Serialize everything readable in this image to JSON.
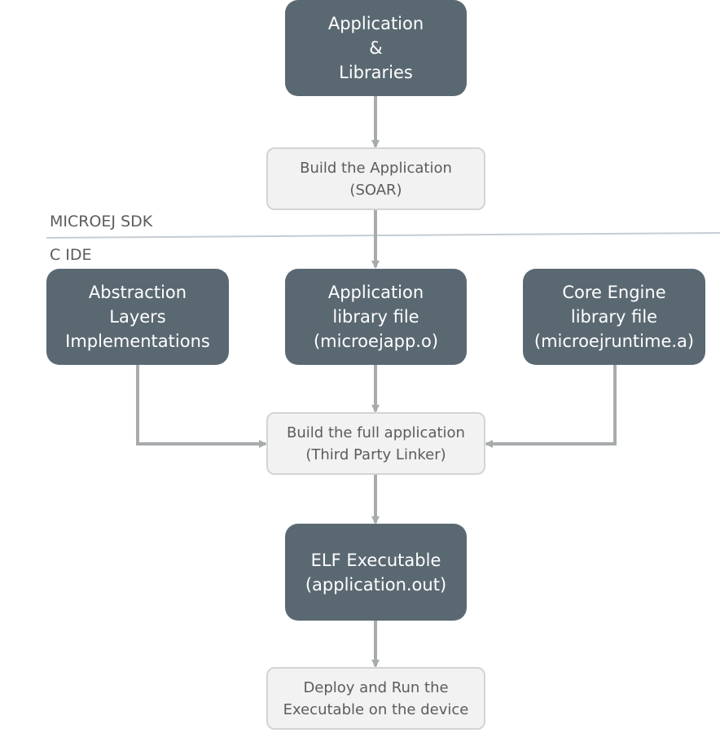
{
  "zones": {
    "upper_label": "MICROEJ SDK",
    "lower_label": "C IDE"
  },
  "nodes": {
    "app_libraries": {
      "lines": [
        "Application",
        "&",
        "Libraries"
      ]
    },
    "build_application": {
      "lines": [
        "Build the Application",
        "(SOAR)"
      ]
    },
    "abstraction_layers": {
      "lines": [
        "Abstraction",
        "Layers",
        "Implementations"
      ]
    },
    "app_library_file": {
      "lines": [
        "Application",
        "library file",
        "(microejapp.o)"
      ]
    },
    "core_engine_file": {
      "lines": [
        "Core Engine",
        "library file",
        "(microejruntime.a)"
      ]
    },
    "build_full_application": {
      "lines": [
        "Build the full application",
        "(Third Party Linker)"
      ]
    },
    "elf_executable": {
      "lines": [
        "ELF Executable",
        "(application.out)"
      ]
    },
    "deploy_run": {
      "lines": [
        "Deploy and Run the",
        "Executable on the device"
      ]
    }
  },
  "colors": {
    "dark_box": "#5a6872",
    "light_box": "#f2f2f2",
    "light_border": "#d4d4d4",
    "connector": "#a8abad",
    "separator": "#c5cdd3"
  }
}
